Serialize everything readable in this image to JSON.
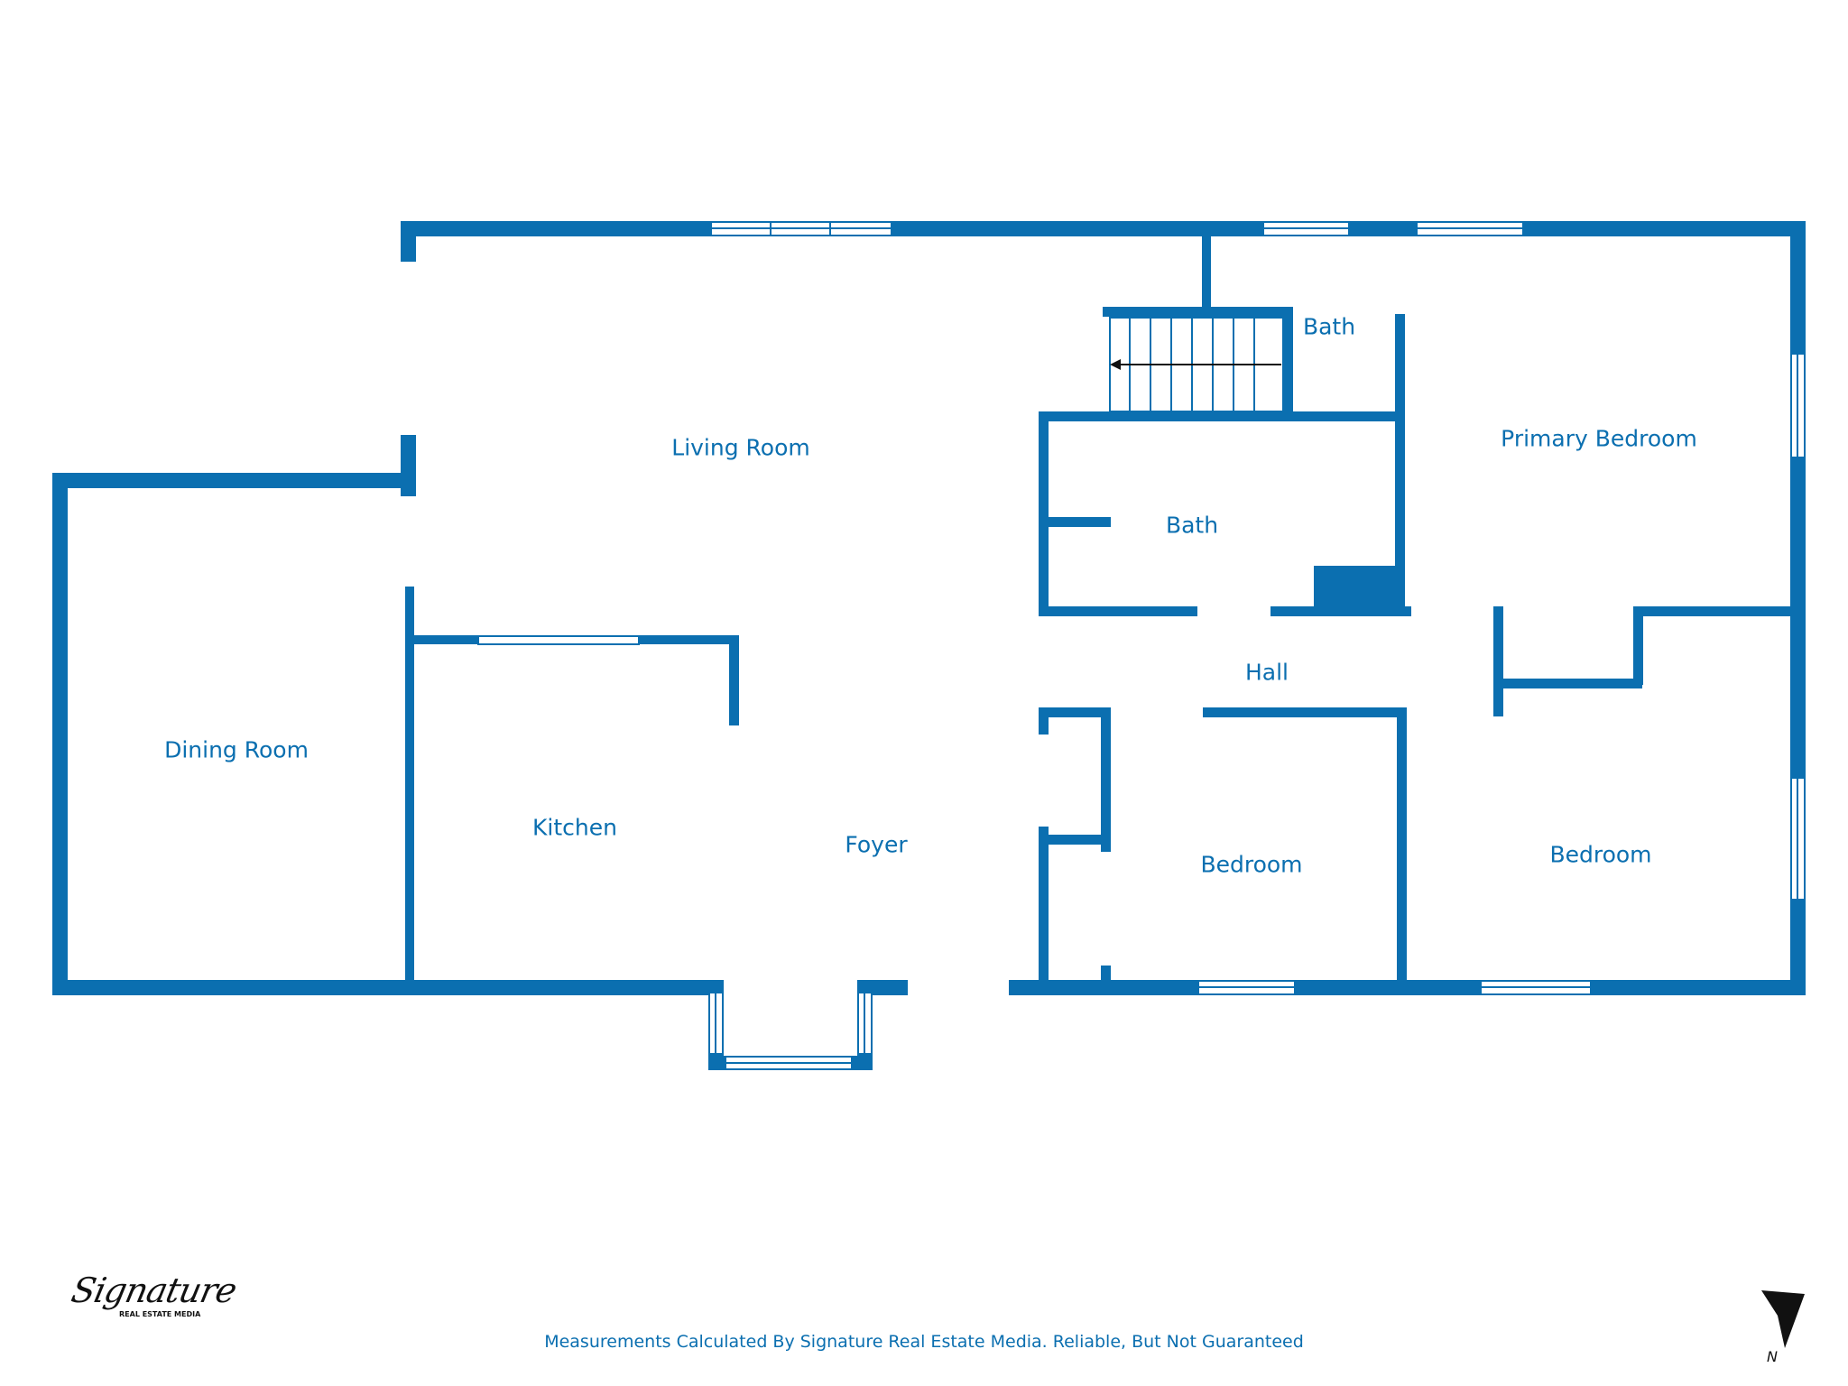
{
  "rooms": {
    "living_room": "Living Room",
    "bath_upper": "Bath",
    "primary_bedroom": "Primary Bedroom",
    "bath_middle": "Bath",
    "hall": "Hall",
    "dining_room": "Dining Room",
    "kitchen": "Kitchen",
    "foyer": "Foyer",
    "bedroom_center": "Bedroom",
    "bedroom_right": "Bedroom"
  },
  "footer": {
    "disclaimer": "Measurements Calculated By Signature Real Estate Media. Reliable, But Not Guaranteed"
  },
  "logo": {
    "script": "Signature",
    "subtitle": "REAL ESTATE MEDIA"
  },
  "compass": {
    "label": "N",
    "icon": "north-arrow-icon"
  },
  "colors": {
    "wall": "#0b6fb0",
    "background": "#ffffff"
  }
}
